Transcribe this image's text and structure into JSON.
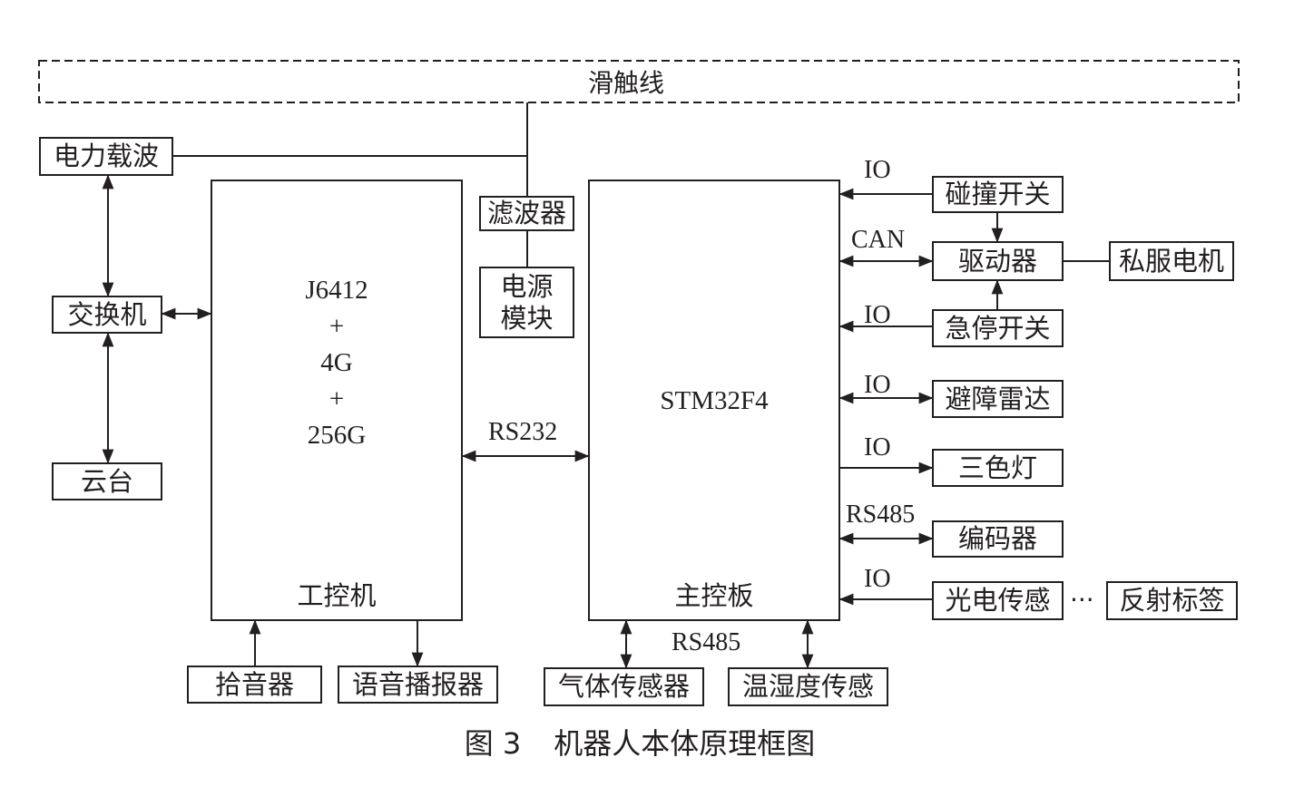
{
  "bus": {
    "label": "滑触线"
  },
  "blocks": {
    "power_carrier": "电力载波",
    "switch": "交换机",
    "ptz": "云台",
    "ipc": {
      "specs": [
        "J6412",
        "+",
        "4G",
        "+",
        "256G"
      ],
      "name": "工控机"
    },
    "filter": "滤波器",
    "power_module": [
      "电源",
      "模块"
    ],
    "main_board": {
      "chip": "STM32F4",
      "name": "主控板"
    },
    "collision_switch": "碰撞开关",
    "driver": "驱动器",
    "servo_motor": "私服电机",
    "estop_switch": "急停开关",
    "obstacle_radar": "避障雷达",
    "tricolor_light": "三色灯",
    "encoder": "编码器",
    "photo_sensor": "光电传感",
    "ellipsis": "···",
    "reflective_tag": "反射标签",
    "pickup": "拾音器",
    "voice_broadcaster": "语音播报器",
    "gas_sensor": "气体传感器",
    "temp_humidity_sensor": "温湿度传感"
  },
  "link_labels": {
    "rs232": "RS232",
    "io_collision": "IO",
    "can": "CAN",
    "io_estop": "IO",
    "io_radar": "IO",
    "io_light": "IO",
    "rs485_encoder": "RS485",
    "io_photo": "IO",
    "rs485_bottom": "RS485"
  },
  "caption": {
    "figure_no": "图 3",
    "title": "机器人本体原理框图"
  }
}
